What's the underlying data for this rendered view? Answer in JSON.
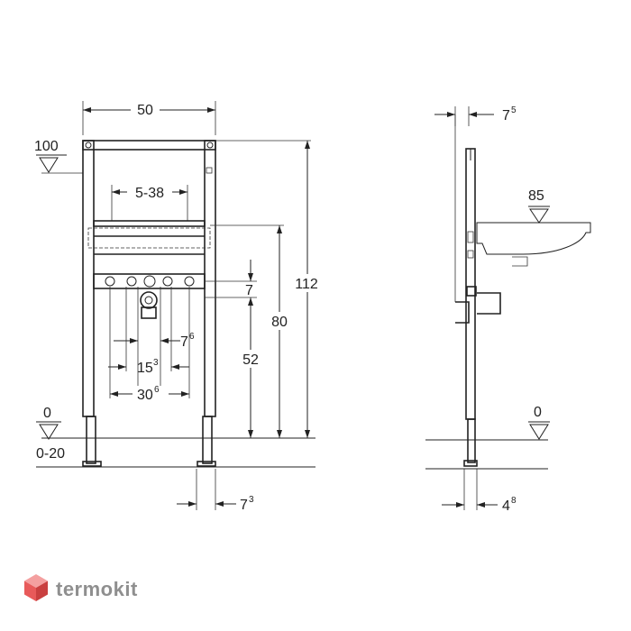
{
  "front_view": {
    "width_main": "50",
    "height_ref": "100",
    "range_inner": "5-38",
    "total_height": "112",
    "height_80": "80",
    "gap_7": "7",
    "height_52": "52",
    "offset_7_6_base": "7",
    "offset_7_6_sup": "6",
    "width_15_3_base": "15",
    "width_15_3_sup": "3",
    "width_30_6_base": "30",
    "width_30_6_sup": "6",
    "floor_level": "0",
    "floor_range": "0-20",
    "foot_width_base": "7",
    "foot_width_sup": "3"
  },
  "side_view": {
    "depth_top_base": "7",
    "depth_top_sup": "5",
    "basin_height": "85",
    "floor_level": "0",
    "foot_depth_base": "4",
    "foot_depth_sup": "8"
  },
  "brand": {
    "name": "termokit",
    "logo_colors": [
      "#f4a0a0",
      "#e85a5a",
      "#c94040"
    ]
  }
}
